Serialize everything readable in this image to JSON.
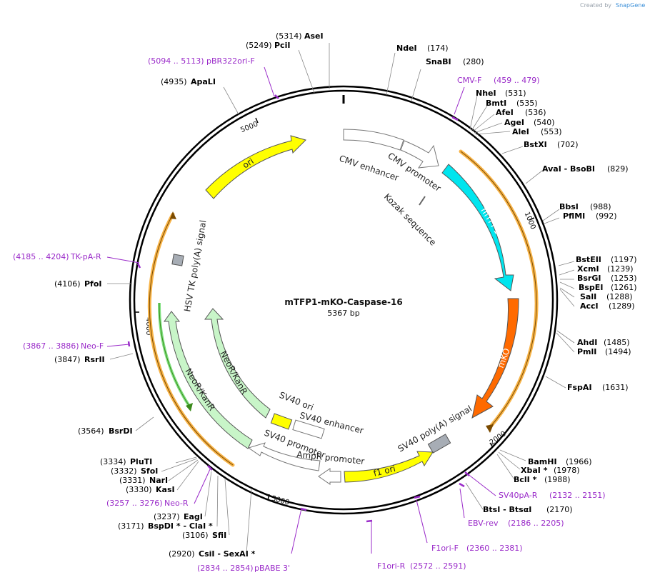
{
  "credit": {
    "prefix": "Created by",
    "brand": "SnapGene"
  },
  "plasmid": {
    "name": "mTFP1-mKO-Caspase-16",
    "size_label": "5367 bp",
    "length_bp": 5367
  },
  "enzymes": [
    {
      "name": "AseI",
      "pos": "(5314)"
    },
    {
      "name": "PciI",
      "pos": "(5249)"
    },
    {
      "name": "ApaLI",
      "pos": "(4935)"
    },
    {
      "name": "NdeI",
      "pos": "(174)"
    },
    {
      "name": "SnaBI",
      "pos": "(280)"
    },
    {
      "name": "NheI",
      "pos": "(531)"
    },
    {
      "name": "BmtI",
      "pos": "(535)"
    },
    {
      "name": "AfeI",
      "pos": "(536)"
    },
    {
      "name": "AgeI",
      "pos": "(540)"
    },
    {
      "name": "AleI",
      "pos": "(553)"
    },
    {
      "name": "BstXI",
      "pos": "(702)"
    },
    {
      "name": "AvaI - BsoBI",
      "pos": "(829)"
    },
    {
      "name": "BbsI",
      "pos": "(988)"
    },
    {
      "name": "PflMI",
      "pos": "(992)"
    },
    {
      "name": "BstEII",
      "pos": "(1197)"
    },
    {
      "name": "XcmI",
      "pos": "(1239)"
    },
    {
      "name": "BsrGI",
      "pos": "(1253)"
    },
    {
      "name": "BspEI",
      "pos": "(1261)"
    },
    {
      "name": "SalI",
      "pos": "(1288)"
    },
    {
      "name": "AccI",
      "pos": "(1289)"
    },
    {
      "name": "AhdI",
      "pos": "(1485)"
    },
    {
      "name": "PmlI",
      "pos": "(1494)"
    },
    {
      "name": "FspAI",
      "pos": "(1631)"
    },
    {
      "name": "BamHI",
      "pos": "(1966)"
    },
    {
      "name": "XbaI *",
      "pos": "(1978)"
    },
    {
      "name": "BclI *",
      "pos": "(1988)"
    },
    {
      "name": "BtsI - BtsαI",
      "pos": "(2170)"
    },
    {
      "name": "PfoI",
      "pos": "(4106)"
    },
    {
      "name": "RsrII",
      "pos": "(3847)"
    },
    {
      "name": "BsrDI",
      "pos": "(3564)"
    },
    {
      "name": "PluTI",
      "pos": "(3334)"
    },
    {
      "name": "SfoI",
      "pos": "(3332)"
    },
    {
      "name": "NarI",
      "pos": "(3331)"
    },
    {
      "name": "KasI",
      "pos": "(3330)"
    },
    {
      "name": "EagI",
      "pos": "(3237)"
    },
    {
      "name": "BspDI * - ClaI *",
      "pos": "(3171)"
    },
    {
      "name": "SfiI",
      "pos": "(3106)"
    },
    {
      "name": "CsiI - SexAI *",
      "pos": "(2920)"
    }
  ],
  "primers": [
    {
      "range": "(5094 .. 5113)",
      "name": "pBR322ori-F"
    },
    {
      "range": "",
      "name": "CMV-F",
      "range2": "(459 .. 479)"
    },
    {
      "range": "(4185 .. 4204)",
      "name": "TK-pA-R"
    },
    {
      "range": "(3867 .. 3886)",
      "name": "Neo-F"
    },
    {
      "range": "(3257 .. 3276)",
      "name": "Neo-R"
    },
    {
      "range": "(2834 .. 2854)",
      "name": "pBABE 3'"
    },
    {
      "range": "(2572 .. 2591)",
      "name": "F1ori-R"
    },
    {
      "range": "(2360 .. 2381)",
      "name": "F1ori-F"
    },
    {
      "range": "(2186 .. 2205)",
      "name": "EBV-rev"
    },
    {
      "range": "(2132 .. 2151)",
      "name": "SV40pA-R"
    }
  ],
  "features": {
    "cmv_enhancer": "CMV enhancer",
    "cmv_promoter": "CMV promoter",
    "kozak": "Kozak sequence",
    "mtfp1": "mTFP1",
    "mko": "mKO",
    "sv40_polya": "SV40 poly(A) signal",
    "f1_ori": "f1 ori",
    "ampr_promoter": "AmpR promoter",
    "sv40_promoter": "SV40 promoter",
    "sv40_enhancer": "SV40 enhancer",
    "sv40_ori": "SV40 ori",
    "neokan_inner": "NeoR/KanR",
    "neokan_outer": "NeoR/KanR",
    "hsv_tk": "HSV TK poly(A) signal",
    "ori": "ori"
  },
  "ticks": [
    "1000",
    "2000",
    "3000",
    "4000",
    "5000"
  ],
  "colors": {
    "ring": "#000000",
    "mtfp1": "#00e5ee",
    "mko": "#ff6a00",
    "ori": "#ffff00",
    "neokan": "#c8f5c8",
    "orange_orf": "#f7b347",
    "primer": "#9a2bc9",
    "grey_box": "#a7adb5"
  }
}
